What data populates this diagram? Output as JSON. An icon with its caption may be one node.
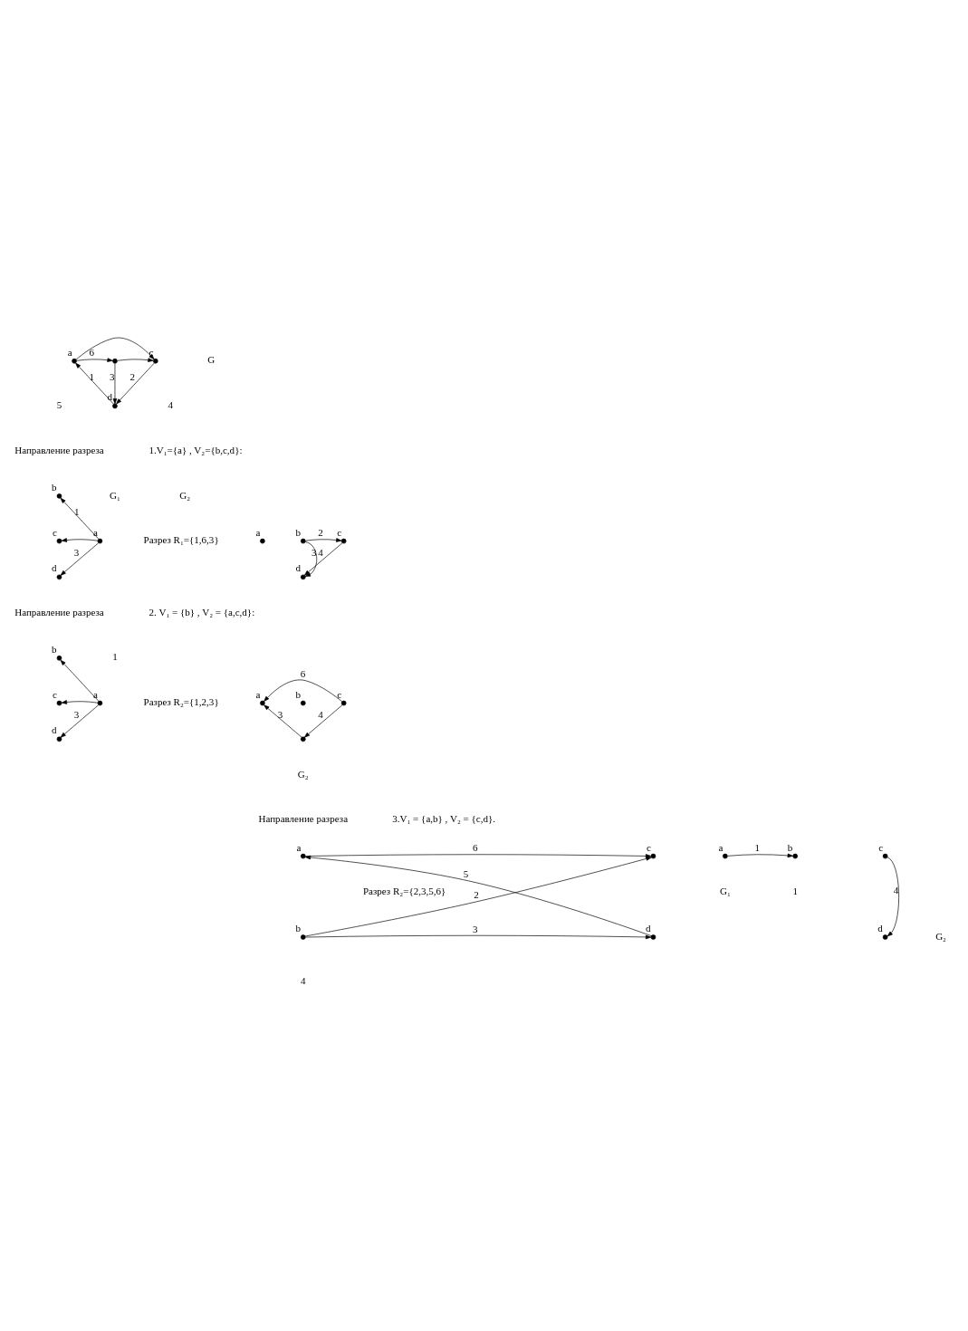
{
  "diagram": {
    "nodes": [
      {
        "text": [
          "a"
        ]
      },
      {
        "text": [],
        "shape": "circle"
      },
      {
        "text": [
          "c"
        ]
      },
      {
        "text": [
          "d"
        ]
      },
      {
        "text": [
          "b"
        ]
      },
      {
        "text": [
          "c"
        ]
      },
      {
        "text": [
          "a"
        ]
      },
      {
        "text": [
          "d"
        ]
      },
      {
        "text": [
          "a"
        ]
      },
      {
        "text": [
          "b"
        ]
      },
      {
        "text": [
          "c"
        ]
      },
      {
        "text": [
          "d"
        ]
      },
      {
        "text": [
          "b"
        ]
      },
      {
        "text": [
          "c"
        ]
      },
      {
        "text": [
          "a"
        ]
      },
      {
        "text": [
          "d"
        ]
      },
      {
        "text": [
          "a"
        ]
      },
      {
        "text": [
          "b"
        ]
      },
      {
        "text": [
          "c"
        ]
      },
      {
        "text": [],
        "shape": "circle"
      },
      {
        "text": [
          "a"
        ]
      },
      {
        "text": [
          "c"
        ]
      },
      {
        "text": [
          "b"
        ],
        "beside": [
          "4"
        ]
      },
      {
        "text": [
          "d"
        ]
      },
      {
        "text": [
          "a"
        ]
      },
      {
        "text": [
          "b"
        ],
        "beside": [
          "1"
        ]
      },
      {
        "text": [
          "c"
        ]
      },
      {
        "text": [
          "d"
        ]
      }
    ],
    "edges": [
      {
        "from": 0,
        "to": 2,
        "arrow": "to"
      },
      {
        "from": 0,
        "to": 1,
        "arrow": "to",
        "label": "6"
      },
      {
        "from": 1,
        "to": 2,
        "arrow": "to"
      },
      {
        "from": 1,
        "to": 3,
        "arrow": "to",
        "label": "3"
      },
      {
        "from": 2,
        "to": 3,
        "arrow": "to",
        "label": "2"
      },
      {
        "from": 3,
        "to": 0,
        "arrow": "to",
        "label": "1"
      },
      {
        "from": 6,
        "to": 4,
        "arrow": "to",
        "label": "1"
      },
      {
        "from": 6,
        "to": 5,
        "arrow": "to"
      },
      {
        "from": 6,
        "to": 7,
        "arrow": "to",
        "label": "3"
      },
      {
        "from": 9,
        "to": 10,
        "arrow": "to",
        "label": "2"
      },
      {
        "from": 9,
        "to": 11,
        "arrow": "to",
        "label": "3"
      },
      {
        "from": 10,
        "to": 11,
        "arrow": "to",
        "label": "4"
      },
      {
        "from": 14,
        "to": 12,
        "arrow": "to"
      },
      {
        "from": 14,
        "to": 13,
        "arrow": "to"
      },
      {
        "from": 14,
        "to": 15,
        "arrow": "to",
        "label": "3"
      },
      {
        "from": 18,
        "to": 16,
        "arrow": "to",
        "label": "6"
      },
      {
        "from": 19,
        "to": 16,
        "arrow": "to",
        "label": "3"
      },
      {
        "from": 18,
        "to": 19,
        "arrow": "to",
        "label": "4"
      },
      {
        "from": 20,
        "to": 21,
        "arrow": "to",
        "label": "6"
      },
      {
        "from": 22,
        "to": 21,
        "arrow": "to",
        "label": "2"
      },
      {
        "from": 22,
        "to": 23,
        "arrow": "to",
        "label": "3"
      },
      {
        "from": 23,
        "to": 20,
        "arrow": "to",
        "label": "5"
      },
      {
        "from": 24,
        "to": 25,
        "arrow": "to",
        "label": "1"
      },
      {
        "from": 26,
        "to": 27,
        "arrow": "to",
        "label": "4"
      }
    ],
    "labels": [
      "G",
      "5",
      "4",
      "Направление разреза",
      "1.V₁={a} , V₂={b,c,d}:",
      "Разрез R₁={1,6,3}",
      "G₁",
      "G₂",
      "2. V₁ = {b} , V₂ = {a,c,d}:",
      "Направление разреза",
      "1",
      "Разрез R₂={1,2,3}",
      "G₂",
      "3.V₁ = {a,b} , V₂ = {c,d}.",
      "Направление разреза",
      "Разрез R₂={2,3,5,6}",
      "G₁",
      "G₂"
    ]
  }
}
